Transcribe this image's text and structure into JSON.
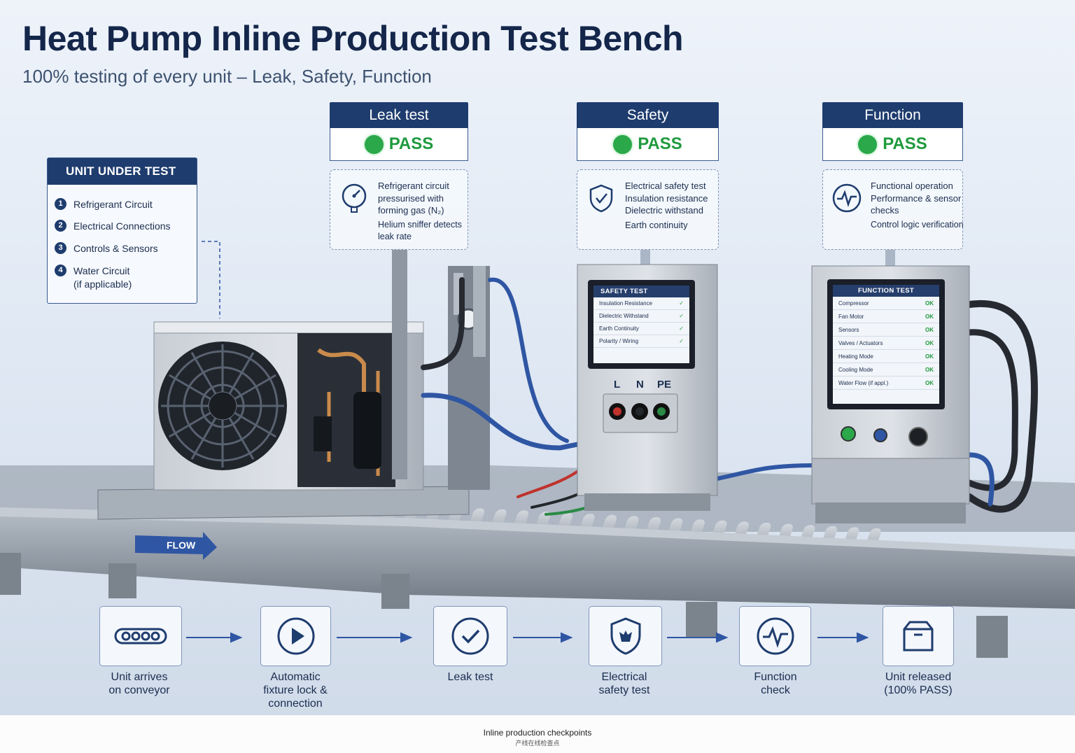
{
  "header": {
    "title": "Heat Pump Inline Production Test Bench",
    "subtitle": "100% testing of every unit – Leak, Safety, Function"
  },
  "unit_under_test": {
    "heading": "UNIT UNDER TEST",
    "items": [
      {
        "num": "1",
        "label": "Refrigerant Circuit",
        "note": ""
      },
      {
        "num": "2",
        "label": "Electrical Connections",
        "note": ""
      },
      {
        "num": "3",
        "label": "Controls & Sensors",
        "note": ""
      },
      {
        "num": "4",
        "label": "Water Circuit",
        "note": "(if applicable)"
      }
    ]
  },
  "stations": [
    {
      "name": "Leak test",
      "status": "PASS",
      "status_color": "#2aa84a",
      "icon": "pressure-gauge-icon",
      "details": [
        "Refrigerant circuit",
        "pressurised with",
        "forming gas (N₂)",
        "Helium sniffer detects",
        "leak rate"
      ]
    },
    {
      "name": "Safety",
      "status": "PASS",
      "status_color": "#2aa84a",
      "icon": "shield-check-icon",
      "details": [
        "Electrical safety test",
        "Insulation resistance",
        "Dielectric withstand",
        "Earth continuity"
      ]
    },
    {
      "name": "Function",
      "status": "PASS",
      "status_color": "#2aa84a",
      "icon": "waveform-icon",
      "details": [
        "Functional operation",
        "Performance & sensor",
        "checks",
        "Control logic verification"
      ]
    }
  ],
  "safety_screen": {
    "title": "SAFETY TEST",
    "rows": [
      "Insulation Resistance",
      "Dielectric Withstand",
      "Earth Continuity",
      "Polarity / Wiring"
    ]
  },
  "terminals": {
    "l": "L",
    "n": "N",
    "pe": "PE"
  },
  "function_screen": {
    "title": "FUNCTION TEST",
    "rows": [
      {
        "label": "Compressor",
        "result": "OK"
      },
      {
        "label": "Fan Motor",
        "result": "OK"
      },
      {
        "label": "Sensors",
        "result": "OK"
      },
      {
        "label": "Valves / Actuators",
        "result": "OK"
      },
      {
        "label": "Heating Mode",
        "result": "OK"
      },
      {
        "label": "Cooling Mode",
        "result": "OK"
      },
      {
        "label": "Water Flow (if appl.)",
        "result": "OK"
      }
    ]
  },
  "conveyor": {
    "flow_label": "FLOW"
  },
  "process_steps": [
    {
      "icon": "conveyor-icon",
      "line1": "Unit arrives",
      "line2": "on conveyor",
      "line3": ""
    },
    {
      "icon": "play-icon",
      "line1": "Automatic",
      "line2": "fixture lock &",
      "line3": "connection"
    },
    {
      "icon": "check-circle-icon",
      "line1": "Leak test",
      "line2": "",
      "line3": ""
    },
    {
      "icon": "shield-icon",
      "line1": "Electrical",
      "line2": "safety test",
      "line3": ""
    },
    {
      "icon": "pulse-icon",
      "line1": "Function",
      "line2": "check",
      "line3": ""
    },
    {
      "icon": "box-icon",
      "line1": "Unit released",
      "line2": "(100% PASS)",
      "line3": ""
    }
  ],
  "caption": {
    "line1": "Inline production checkpoints",
    "line2": "产线在线检查点"
  },
  "colors": {
    "navy": "#1e3c6e",
    "pass_green": "#2aa84a",
    "hose_blue": "#2f56a3",
    "steel": "#9aa3ae"
  }
}
